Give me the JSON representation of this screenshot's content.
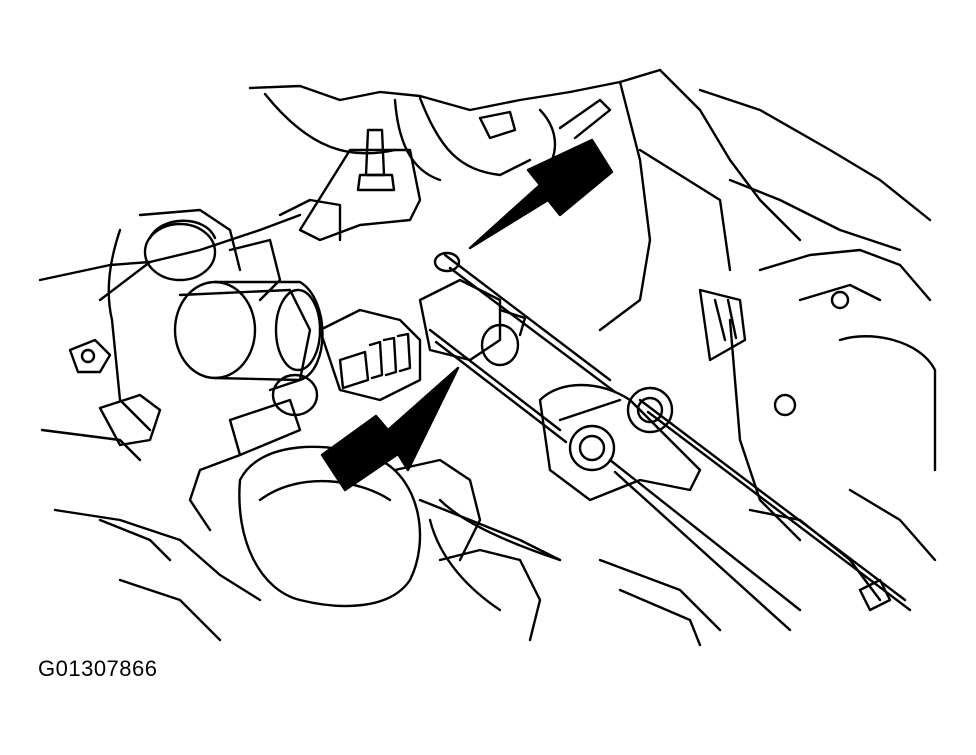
{
  "figure": {
    "id": "G01307866",
    "colors": {
      "line": "#000000",
      "paper": "#ffffff"
    },
    "callouts": [
      {
        "name": "upper-arrow-icon",
        "points_to": "cable-end"
      },
      {
        "name": "lower-arrow-icon",
        "points_to": "cable-end"
      }
    ]
  }
}
